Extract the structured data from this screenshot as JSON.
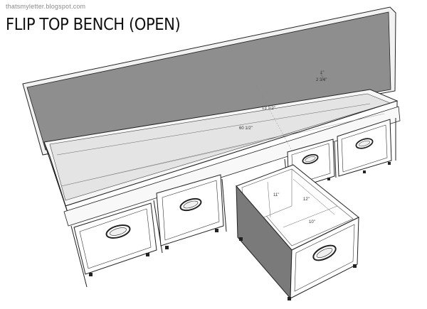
{
  "watermark": "thatsmyletter.blogspot.com",
  "title": "FLIP TOP BENCH (OPEN)",
  "dimensions": {
    "lid_top_depth": "1\"",
    "lid_edge": "2 3/4\"",
    "depth": "13 1/2\"",
    "length": "60 1/2\"",
    "bin_height": "11\"",
    "bin_depth": "12\"",
    "bin_width": "10\""
  },
  "colors": {
    "lid_panel": "#8e8e8e",
    "interior": "#e4e4e4",
    "bin_side": "#7a7a7a",
    "line": "#222222"
  }
}
